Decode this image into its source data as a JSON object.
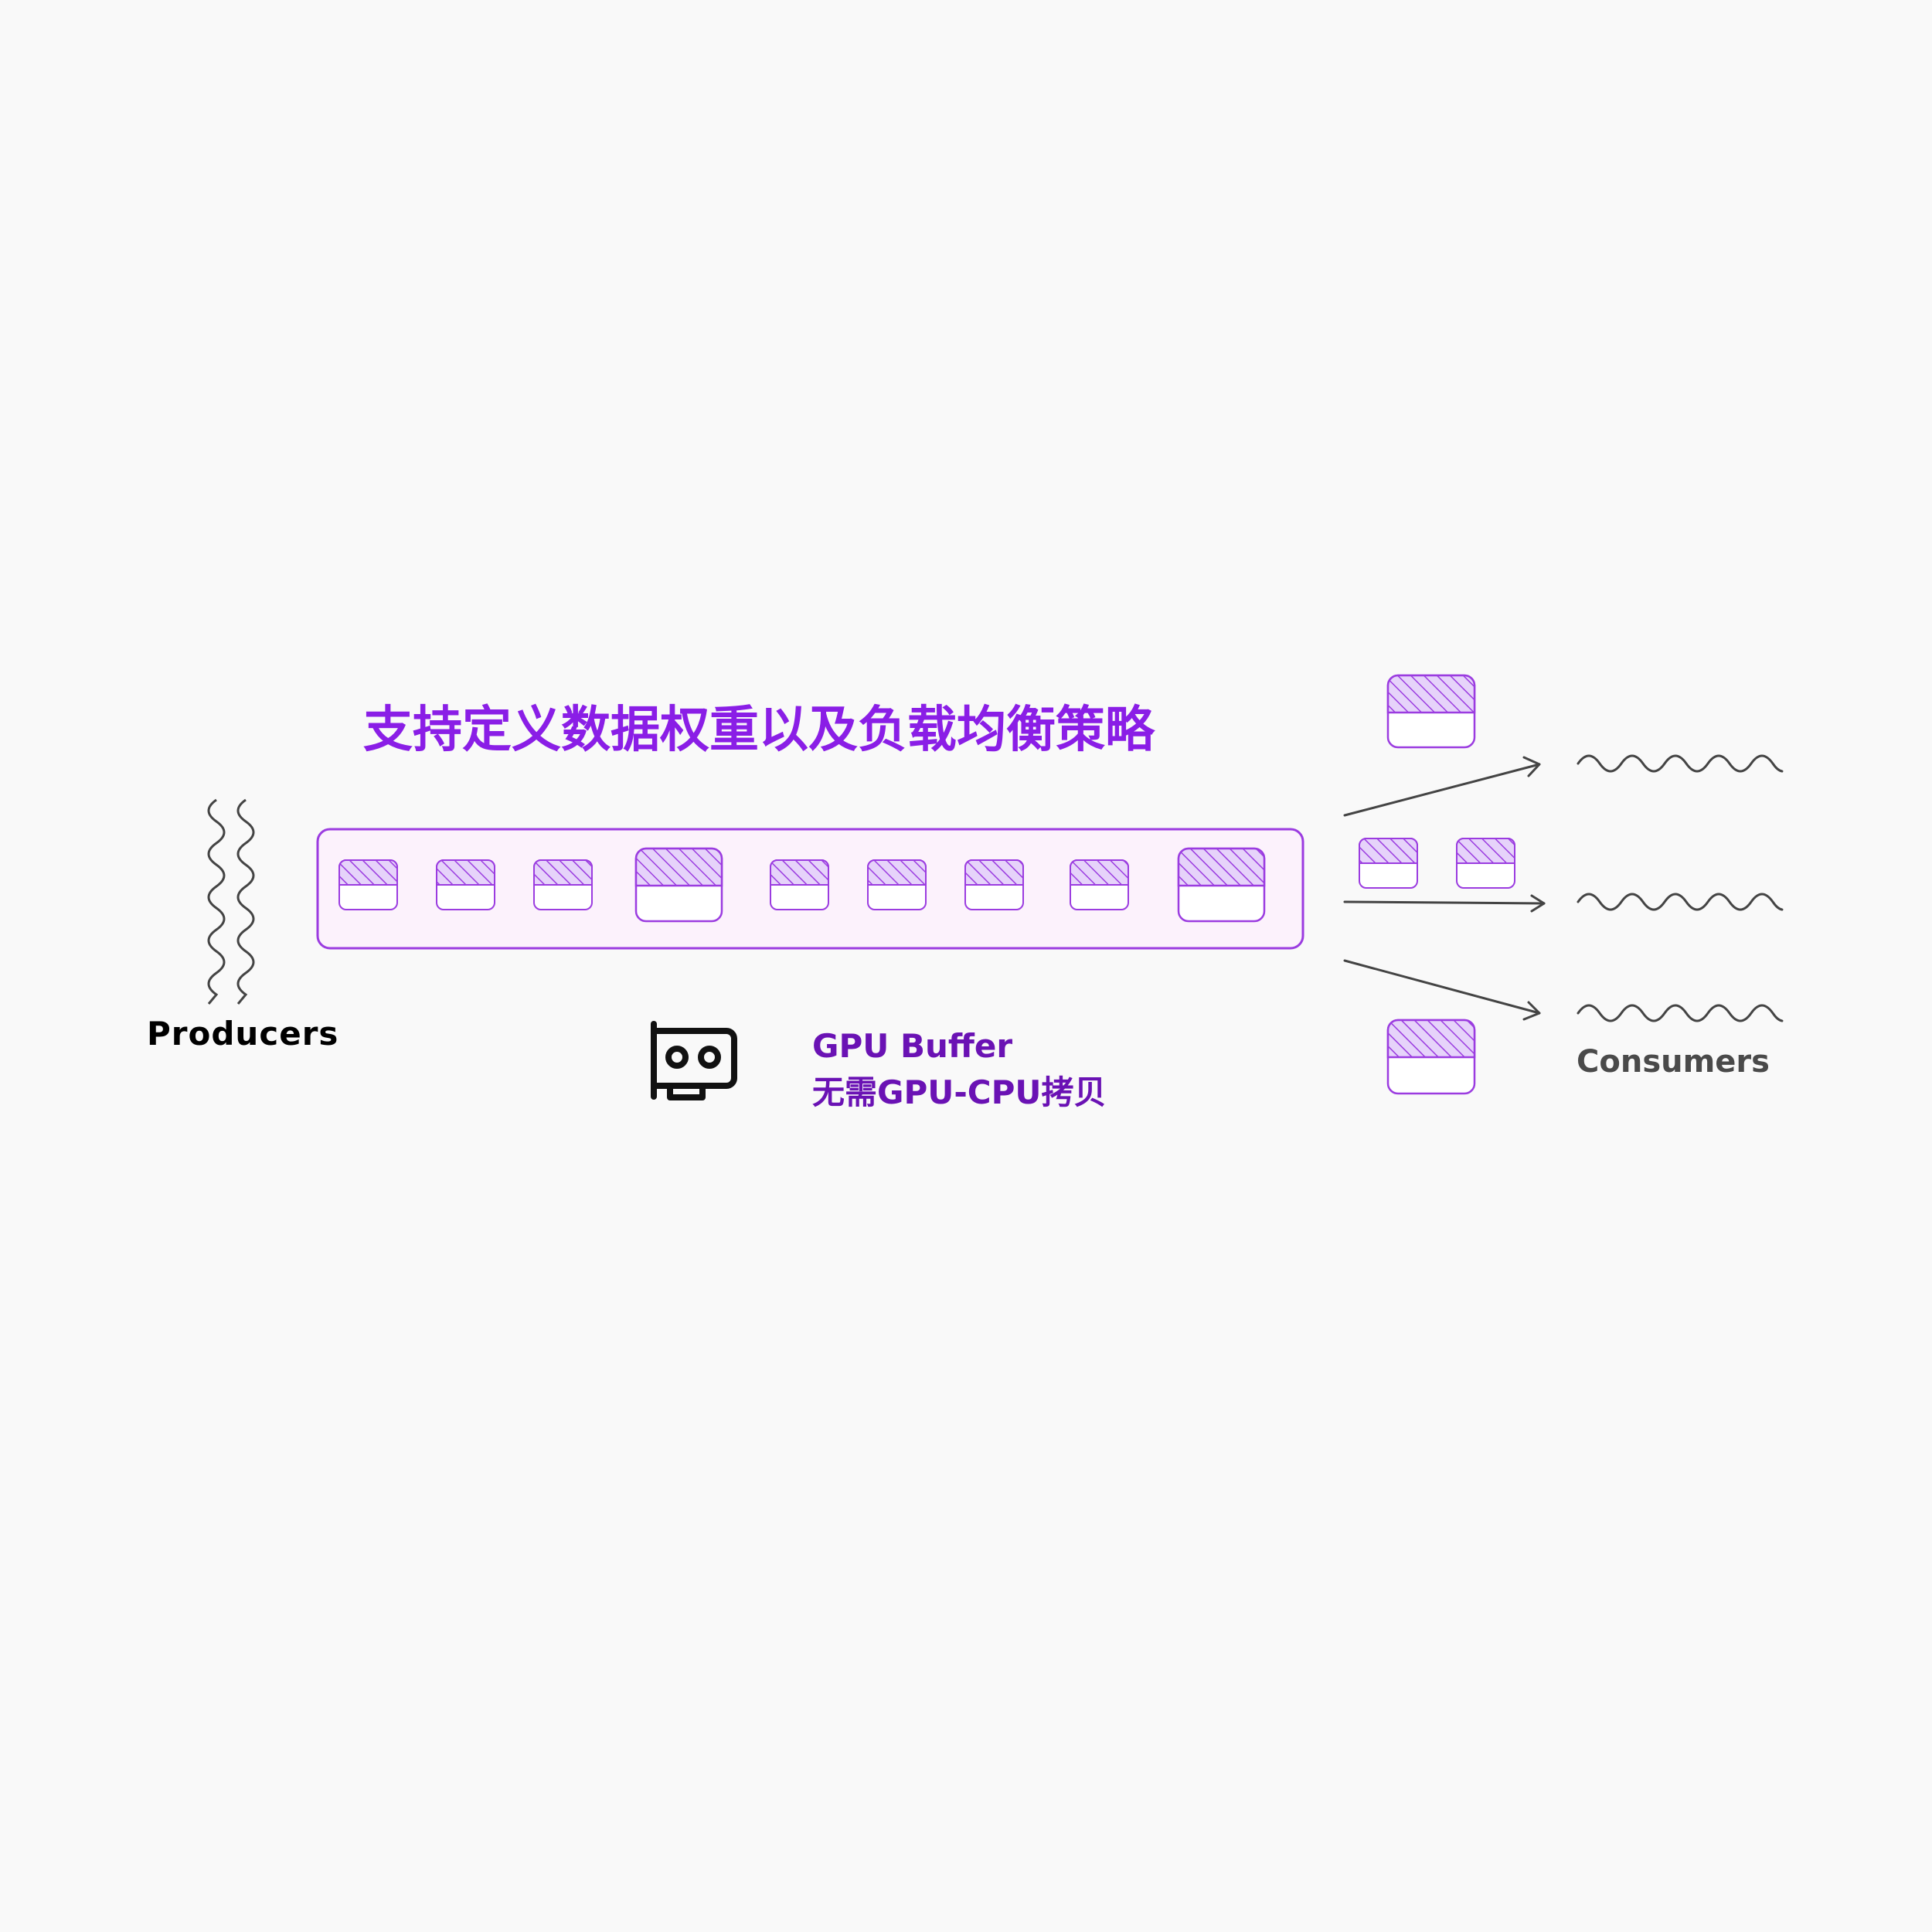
{
  "title": "支持定义数据权重以及负载均衡策略",
  "producers_label": "Producers",
  "consumers_label": "Consumers",
  "gpu_buffer": {
    "line1": "GPU Buffer",
    "line2": "无需GPU-CPU拷贝"
  },
  "icons": {
    "gpu_card": "gpu-card-icon",
    "producer_wave": "wavy-line-icon",
    "consumer_wave": "wavy-line-icon",
    "arrow": "arrow-right-icon"
  },
  "colors": {
    "accent": "#8a1ee6",
    "accent_dark": "#6a12b4",
    "stroke": "#9b3ce0",
    "hatch_fill": "#e6d3fa",
    "buffer_fill": "#fcf2fc",
    "line": "#444444"
  }
}
